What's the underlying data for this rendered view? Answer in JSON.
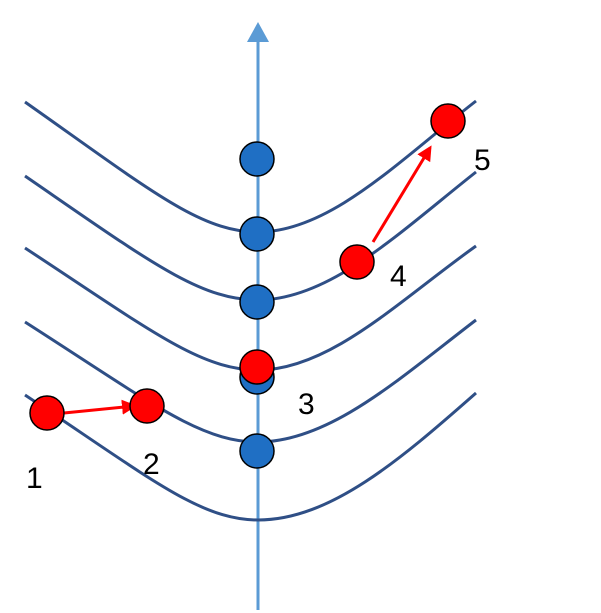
{
  "colors": {
    "background": "#ffffff",
    "curve": "#2f4f86",
    "axis": "#5b9bd5",
    "blue_dot": "#1f6fc4",
    "red_dot": "#ff0000",
    "dot_outline": "#000000",
    "arrow": "#ff0000"
  },
  "labels": {
    "p1": "1",
    "p2": "2",
    "p3": "3",
    "p4": "4",
    "p5": "5"
  }
}
